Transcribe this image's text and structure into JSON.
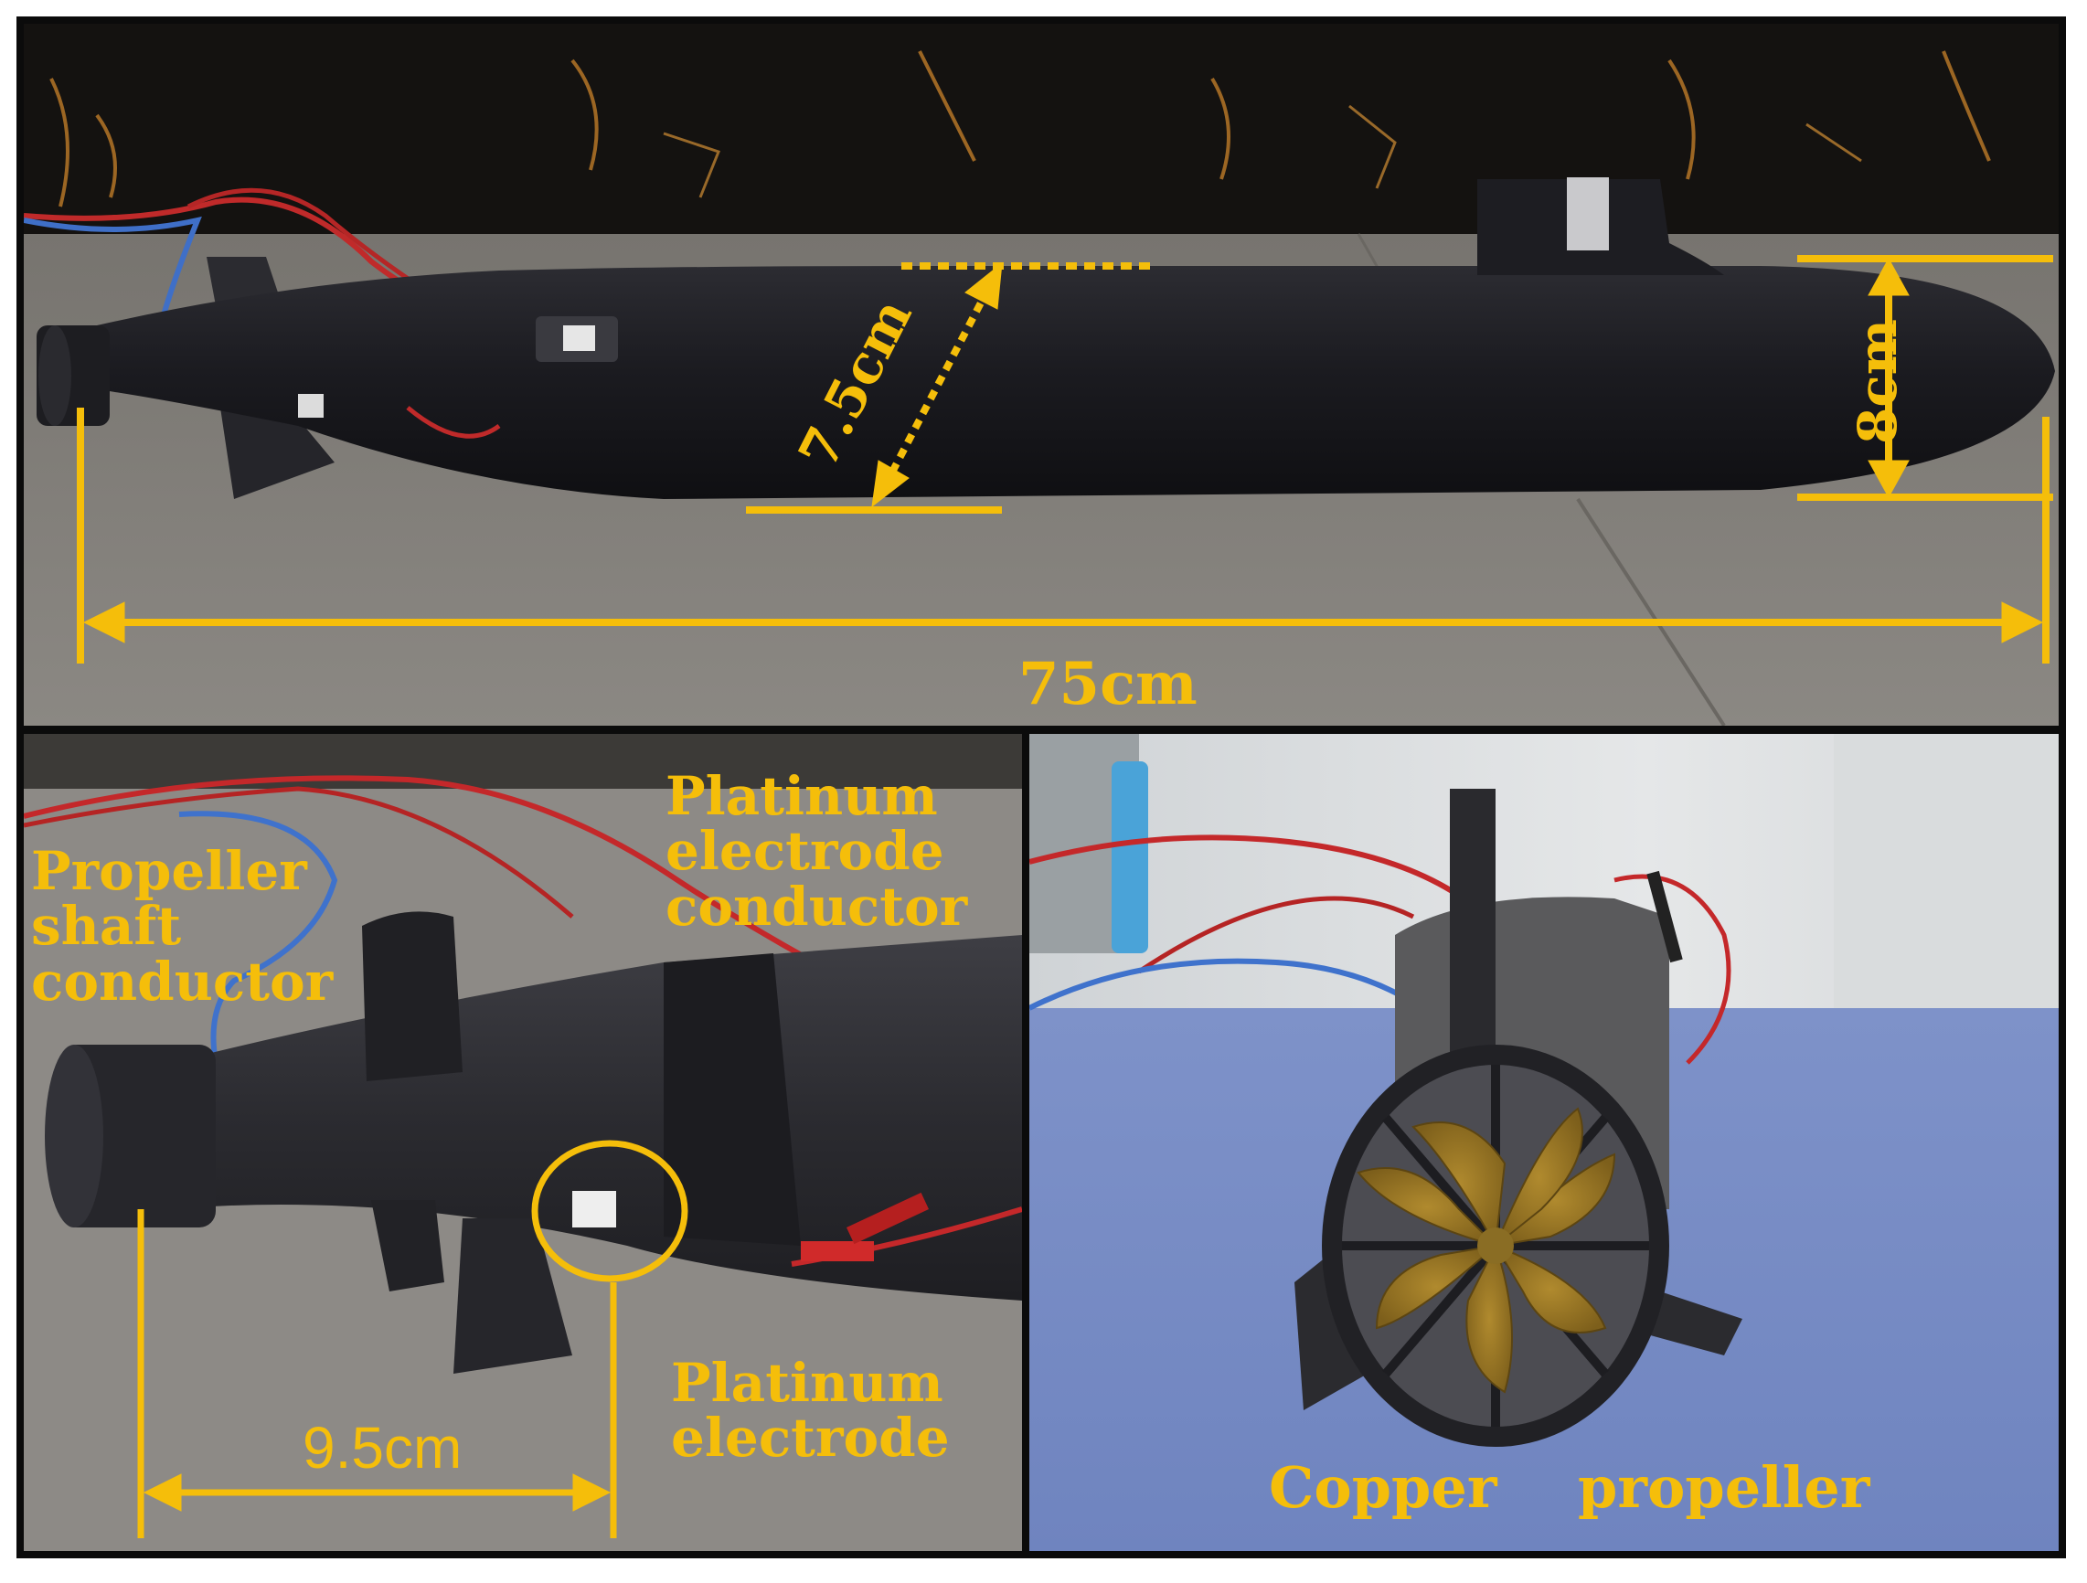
{
  "annotation_color": "#F5BE0A",
  "top_panel": {
    "diameter_label": "7.5cm",
    "height_label": "8cm",
    "length_label": "75cm"
  },
  "bottom_left_panel": {
    "propeller_shaft_label": "Propeller\nshaft\nconductor",
    "platinum_conductor_label": "Platinum\nelectrode\nconductor",
    "platinum_electrode_label": "Platinum\nelectrode",
    "distance_label": "9.5cm"
  },
  "bottom_right_panel": {
    "copper_label": "Copper",
    "propeller_label": "propeller"
  }
}
